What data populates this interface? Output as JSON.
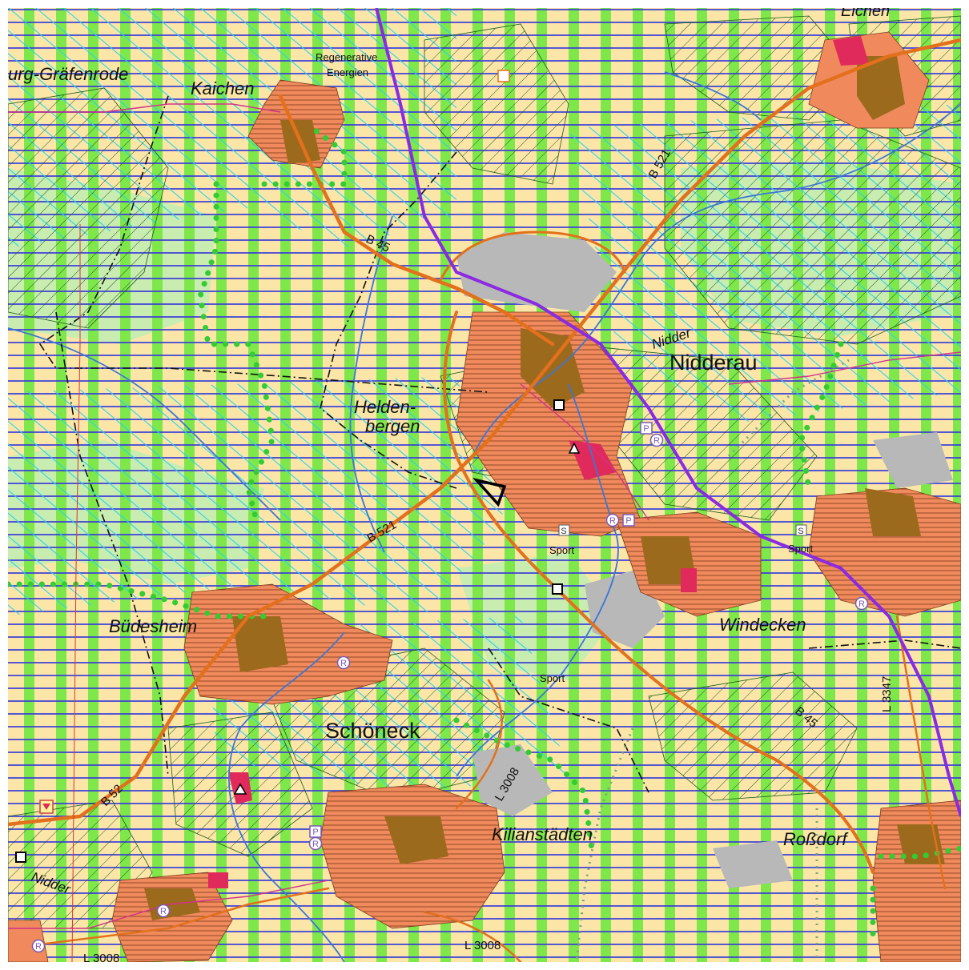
{
  "map": {
    "colors": {
      "background": "#fbe6a8",
      "settlement": "#f08a5d",
      "village_core": "#9c6a1c",
      "industrial": "#b8b8b8",
      "green_stripe": "#7ee84a",
      "blue_hatch": "#3b3bd9",
      "cyan_hatch": "#27d3ea",
      "forest_hatch": "#1a5a1a",
      "river": "#3a76d6",
      "federal_road": "#e2701c",
      "rail": "#8a2be2",
      "green_dots": "#33cc33",
      "pink_line": "#d0338a",
      "special_red": "#e02a5c"
    },
    "places": {
      "kaichen": "Kaichen",
      "burg_graefenrode": "urg-Gräfenrode",
      "regenerative_1": "Regenerative",
      "regenerative_2": "Energien",
      "nidderau": "Nidderau",
      "heldenbergen_1": "Helden-",
      "heldenbergen_2": "bergen",
      "budesheim": "Büdesheim",
      "schoeneck": "Schöneck",
      "windecken": "Windecken",
      "kilianstaedten": "Kilianstädten",
      "rossdorf": "Roßdorf",
      "eichen": "Eichen"
    },
    "roads": {
      "b521_north": "B 521",
      "b45_north": "B 45",
      "b521_mid": "B 521",
      "b521_south": "B 52",
      "b45_south": "B 45",
      "l3347": "L 3347",
      "l3008_mid": "L 3008",
      "l3008_sw": "L 3008",
      "l3008_s": "L 3008"
    },
    "rivers": {
      "nidder_ne": "Nidder",
      "nidder_sw": "Nidder"
    },
    "symbols": {
      "sport_1": "Sport",
      "sport_2": "Sport",
      "sport_3": "Sport",
      "s": "S",
      "p": "P",
      "r": "R"
    }
  }
}
